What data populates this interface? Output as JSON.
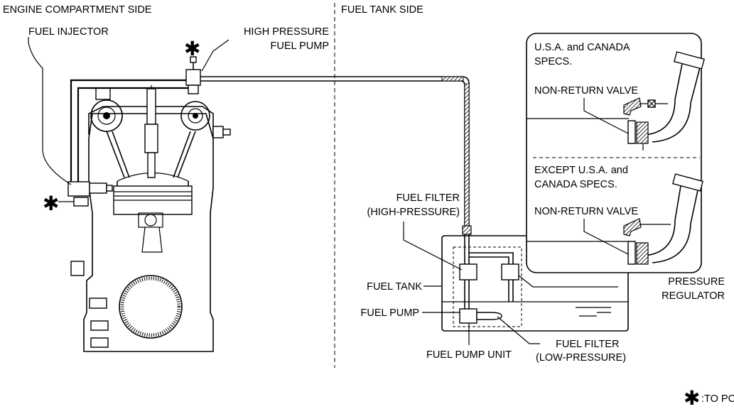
{
  "sections": {
    "engine_side": "ENGINE COMPARTMENT SIDE",
    "tank_side": "FUEL TANK SIDE"
  },
  "labels": {
    "fuel_injector": "FUEL INJECTOR",
    "hp_pump_line1": "HIGH PRESSURE",
    "hp_pump_line2": "FUEL PUMP",
    "fuel_filter_hp_line1": "FUEL FILTER",
    "fuel_filter_hp_line2": "(HIGH-PRESSURE)",
    "fuel_tank": "FUEL TANK",
    "fuel_pump": "FUEL PUMP",
    "fuel_pump_unit": "FUEL PUMP UNIT",
    "fuel_filter_lp_line1": "FUEL FILTER",
    "fuel_filter_lp_line2": "(LOW-PRESSURE)",
    "pressure_regulator_line1": "PRESSURE",
    "pressure_regulator_line2": "REGULATOR"
  },
  "inset": {
    "usa_line1": "U.S.A. and CANADA",
    "usa_line2": "SPECS.",
    "nrv_top": "NON-RETURN VALVE",
    "except_line1": "EXCEPT U.S.A. and",
    "except_line2": "CANADA SPECS.",
    "nrv_bottom": "NON-RETURN VALVE"
  },
  "legend": {
    "symbol": "✱",
    "text": ":TO PCM"
  },
  "colors": {
    "line": "#000000",
    "background": "#ffffff"
  }
}
